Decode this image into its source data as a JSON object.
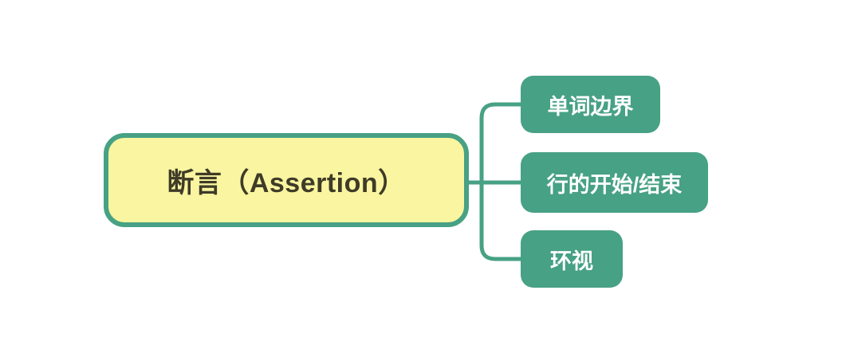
{
  "diagram": {
    "type": "mindmap",
    "root": {
      "label": "断言（Assertion）"
    },
    "children": [
      {
        "label": "单词边界"
      },
      {
        "label": "行的开始/结束"
      },
      {
        "label": "环视"
      }
    ]
  },
  "colors": {
    "branch_and_node_fill": "#47A184",
    "root_fill": "#FAF5A0",
    "root_border": "#47A184",
    "root_text": "#3E3B28",
    "child_text": "#FFFFFF",
    "background": "#FFFFFF"
  }
}
